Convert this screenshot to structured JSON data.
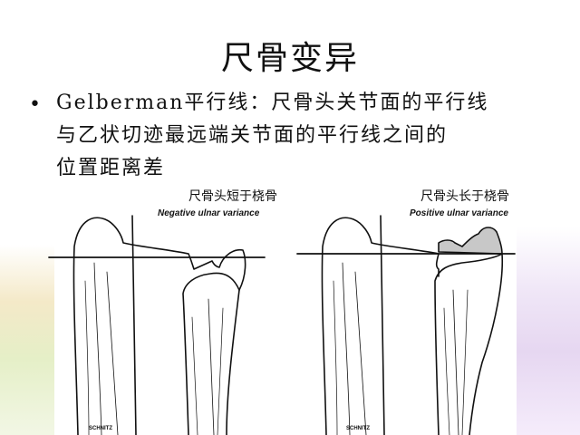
{
  "slide": {
    "title": "尺骨变异",
    "bullet_marker": "•",
    "bullet_lines": [
      "Gelberman平行线：尺骨头关节面的平行线",
      "与乙状切迹最远端关节面的平行线之间的",
      "位置距离差"
    ]
  },
  "figure": {
    "left": {
      "caption_cn": "尺骨头短于桡骨",
      "caption_en": "Negative ulnar variance",
      "signature": "SCHNITZ"
    },
    "right": {
      "caption_cn": "尺骨头长于桡骨",
      "caption_en": "Positive ulnar variance",
      "signature": "SCHNITZ"
    },
    "colors": {
      "line": "#111111",
      "highlight": "#c8c8c8"
    }
  }
}
